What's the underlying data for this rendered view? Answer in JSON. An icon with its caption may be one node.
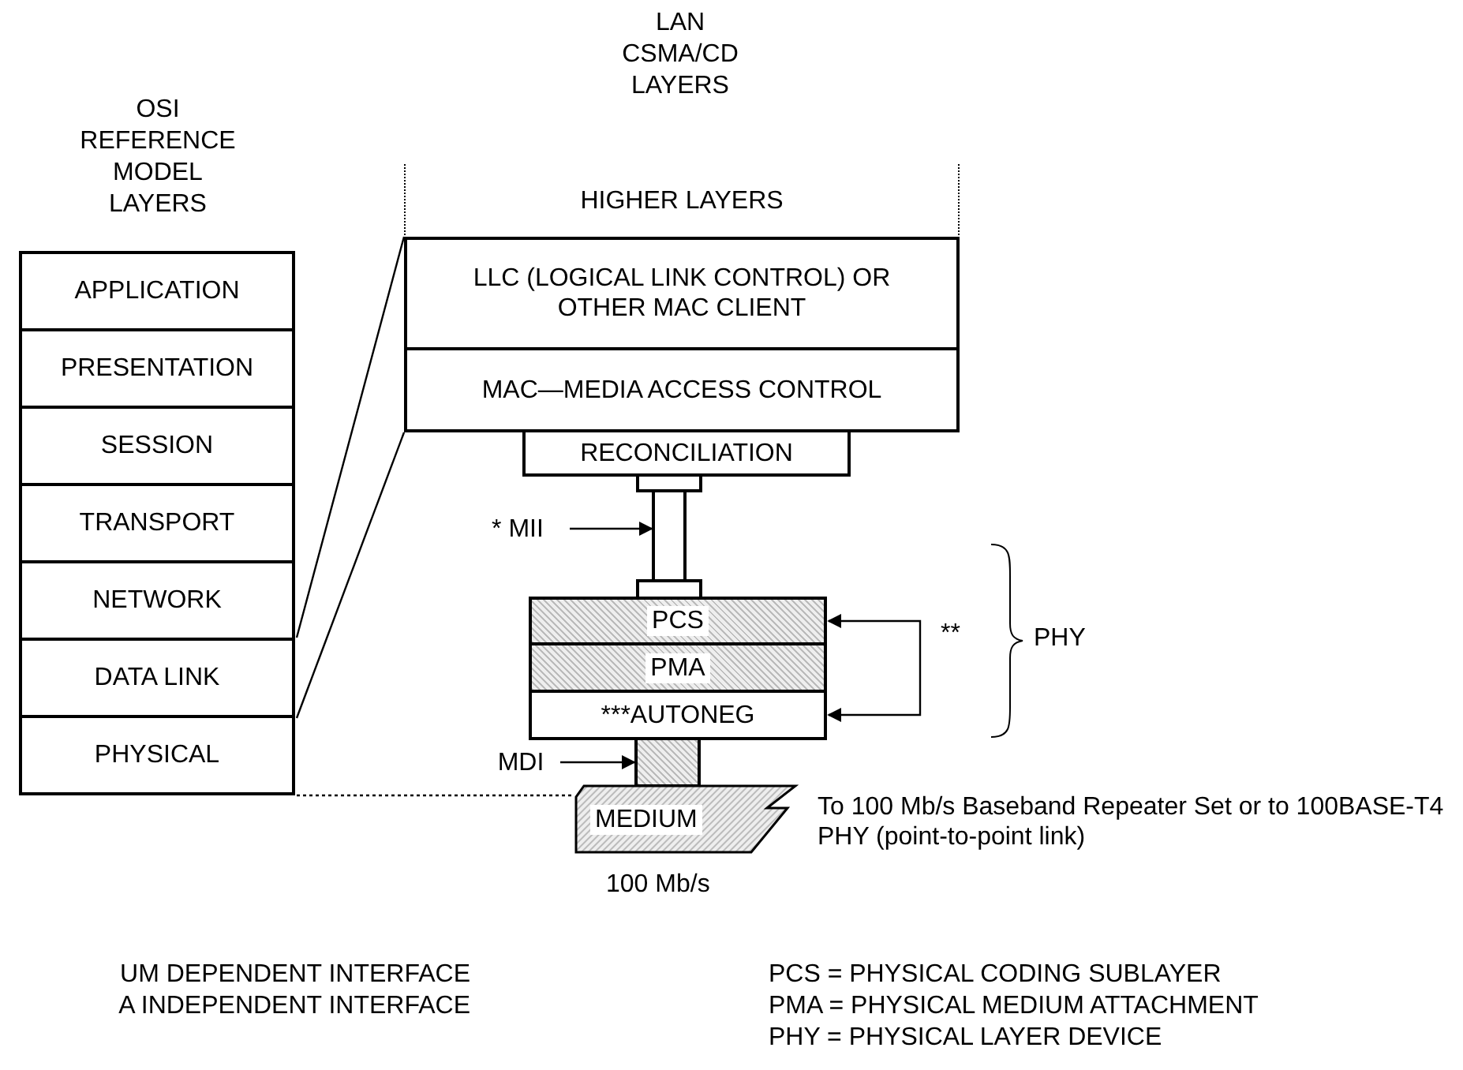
{
  "diagram": {
    "nodes": [
      {
        "text": [
          "APPLICATION"
        ]
      },
      {
        "text": [
          "PRESENTATION"
        ]
      },
      {
        "text": [
          "SESSION"
        ]
      },
      {
        "text": [
          "TRANSPORT"
        ]
      },
      {
        "text": [
          "NETWORK"
        ]
      },
      {
        "text": [
          "DATA LINK"
        ]
      },
      {
        "text": [
          "PHYSICAL"
        ]
      },
      {
        "text": [
          "HIGHER LAYERS"
        ]
      },
      {
        "text": [
          "LLC (LOGICAL LINK CONTROL) OR OTHER MAC CLIENT"
        ]
      },
      {
        "text": [
          "MAC—MEDIA ACCESS CONTROL"
        ]
      },
      {
        "text": [
          "RECONCILIATION"
        ]
      },
      {
        "text": [
          "* MII"
        ]
      },
      {
        "text": [],
        "shape": "box"
      },
      {
        "text": [
          "PCS"
        ]
      },
      {
        "text": [
          "PMA"
        ]
      },
      {
        "text": [
          "***AUTONEG"
        ]
      },
      {
        "text": [
          "MDI"
        ]
      },
      {
        "text": [],
        "shape": "box"
      },
      {
        "text": [
          "MEDIUM"
        ],
        "beside": [
          "To 100 Mb/s Baseband Repeater Set or to 100BASE-T4 PHY (point-to-point link)",
          "100 Mb/s"
        ]
      }
    ],
    "edges": [
      {
        "from": 11,
        "to": 12,
        "arrow": "to"
      },
      {
        "from": 16,
        "to": 17,
        "arrow": "to"
      },
      {
        "from": 13,
        "to": 15,
        "arrow": "both",
        "label": "**"
      },
      {
        "from": 5,
        "to": 8,
        "arrow": "none"
      },
      {
        "from": 5,
        "to": 9,
        "arrow": "none"
      },
      {
        "from": 6,
        "to": 18,
        "arrow": "none",
        "style": "dashed"
      }
    ],
    "labels": [
      "OSI REFERENCE MODEL LAYERS",
      "LAN CSMA/CD LAYERS",
      "PHY",
      "UM DEPENDENT INTERFACE",
      "A INDEPENDENT INTERFACE",
      "PCS = PHYSICAL CODING SUBLAYER",
      "PMA = PHYSICAL MEDIUM ATTACHMENT",
      "PHY = PHYSICAL LAYER DEVICE"
    ]
  }
}
